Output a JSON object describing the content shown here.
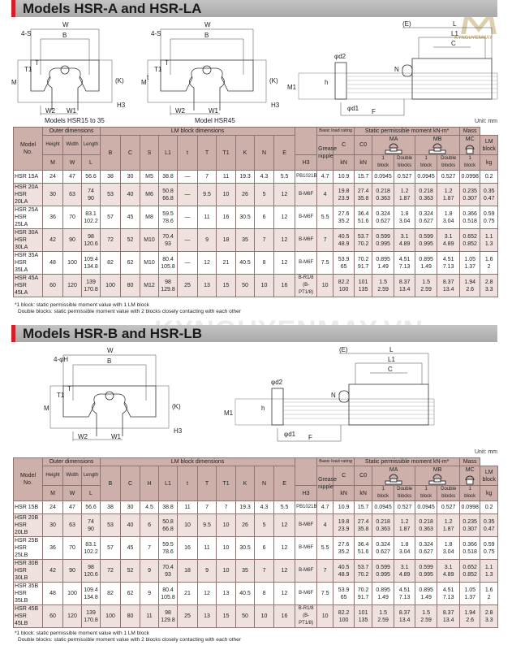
{
  "watermark": "KYNGUYENMAY.VN",
  "logo_text": "KYNGUYENMAY",
  "colors": {
    "accent": "#d0202a",
    "header_bg": "#cdb0aa",
    "row_alt": "#eee1de"
  },
  "unit": "Unit: mm",
  "header_labels": {
    "model": "Model\nNo.",
    "outer": "Outer dimensions",
    "lm": "LM block dimensions",
    "height": "Height",
    "width": "Width",
    "length": "Length",
    "grease": "Grease\nnipple",
    "load": "Basic load rating",
    "moment": "Static permissible moment kN-m*",
    "mass": "Mass",
    "lm_block": "LM\nblock",
    "kN": "kN",
    "kg": "kg",
    "one_block": "1\nblock",
    "double_blocks": "Double\nblocks",
    "MA": "MA",
    "MB": "MB",
    "MC": "MC"
  },
  "sections": [
    {
      "title": "Models HSR-A and HSR-LA",
      "columns": [
        "M",
        "W",
        "L",
        "B",
        "C",
        "S",
        "L1",
        "t",
        "T",
        "T1",
        "K",
        "N",
        "E",
        "H3",
        "C",
        "C0"
      ],
      "captions": [
        "Models HSR15 to 35",
        "Model HSR45"
      ],
      "diagram_labels": {
        "W": "W",
        "B": "B",
        "S": "4-S",
        "M": "M",
        "T": "T",
        "T1": "T1",
        "t": "t",
        "K": "(K)",
        "H3": "H3",
        "W2": "W2",
        "W1": "W1",
        "E": "(E)",
        "L": "L",
        "L1": "L1",
        "C": "C",
        "N": "N",
        "d2": "φd2",
        "d1": "φd1",
        "h": "h",
        "M1": "M1",
        "F": "F"
      },
      "rows": [
        [
          "HSR 15A",
          "24",
          "47",
          "56.6",
          "38",
          "30",
          "M5",
          "38.8",
          "—",
          "7",
          "11",
          "19.3",
          "4.3",
          "5.5",
          "PB1021B",
          "4.7",
          "10.9",
          "15.7",
          "0.0945",
          "0.527",
          "0.0945",
          "0.527",
          "0.0998",
          "0.2"
        ],
        [
          "HSR 20A\nHSR 20LA",
          "30",
          "63",
          "74\n90",
          "53",
          "40",
          "M6",
          "50.8\n66.8",
          "—",
          "9.5",
          "10",
          "26",
          "5",
          "12",
          "B-M6F",
          "4",
          "19.8\n23.9",
          "27.4\n35.8",
          "0.218\n0.363",
          "1.2\n1.87",
          "0.218\n0.363",
          "1.2\n1.87",
          "0.235\n0.307",
          "0.35\n0.47"
        ],
        [
          "HSR 25A\nHSR 25LA",
          "36",
          "70",
          "83.1\n102.2",
          "57",
          "45",
          "M8",
          "59.5\n78.6",
          "—",
          "11",
          "16",
          "30.5",
          "6",
          "12",
          "B-M6F",
          "5.5",
          "27.6\n35.2",
          "36.4\n51.6",
          "0.324\n0.627",
          "1.8\n3.04",
          "0.324\n0.627",
          "1.8\n3.04",
          "0.366\n0.518",
          "0.59\n0.75"
        ],
        [
          "HSR 30A\nHSR 30LA",
          "42",
          "90",
          "98\n120.6",
          "72",
          "52",
          "M10",
          "70.4\n93",
          "—",
          "9",
          "18",
          "35",
          "7",
          "12",
          "B-M6F",
          "7",
          "40.5\n48.9",
          "53.7\n70.2",
          "0.599\n0.995",
          "3.1\n4.89",
          "0.599\n0.995",
          "3.1\n4.89",
          "0.652\n0.852",
          "1.1\n1.3"
        ],
        [
          "HSR 35A\nHSR 35LA",
          "48",
          "100",
          "109.4\n134.8",
          "82",
          "62",
          "M10",
          "80.4\n105.8",
          "—",
          "12",
          "21",
          "40.5",
          "8",
          "12",
          "B-M6F",
          "7.5",
          "53.9\n65",
          "70.2\n91.7",
          "0.895\n1.49",
          "4.51\n7.13",
          "0.895\n1.49",
          "4.51\n7.13",
          "1.05\n1.37",
          "1.6\n2"
        ],
        [
          "HSR 45A\nHSR 45LA",
          "60",
          "120",
          "139\n170.8",
          "100",
          "80",
          "M12",
          "98\n129.8",
          "25",
          "13",
          "15",
          "50",
          "10",
          "16",
          "B-R1/8\n(B-PT1/8)",
          "10",
          "82.2\n100",
          "101\n135",
          "1.5\n2.59",
          "8.37\n13.4",
          "1.5\n2.59",
          "8.37\n13.4",
          "1.94\n2.6",
          "2.8\n3.3"
        ]
      ],
      "notes": [
        "*1 block: static permissible moment value with 1 LM block",
        "Double blocks: static permissible moment value with 2 blocks closely contacting with each other"
      ]
    },
    {
      "title": "Models HSR-B and HSR-LB",
      "columns": [
        "M",
        "W",
        "L",
        "B",
        "C",
        "H",
        "L1",
        "t",
        "T",
        "T1",
        "K",
        "N",
        "E",
        "H3",
        "C",
        "C0"
      ],
      "captions": [],
      "diagram_labels": {
        "W": "W",
        "B": "B",
        "S": "4-φH",
        "M": "M",
        "T": "T",
        "T1": "T1",
        "t": "t",
        "K": "(K)",
        "H3": "H3",
        "W2": "W2",
        "W1": "W1",
        "E": "(E)",
        "L": "L",
        "L1": "L1",
        "C": "C",
        "N": "N",
        "d2": "φd2",
        "d1": "φd1",
        "h": "h",
        "M1": "M1",
        "F": "F"
      },
      "rows": [
        [
          "HSR 15B",
          "24",
          "47",
          "56.6",
          "38",
          "30",
          "4.5",
          "38.8",
          "11",
          "7",
          "7",
          "19.3",
          "4.3",
          "5.5",
          "PB1021B",
          "4.7",
          "10.9",
          "15.7",
          "0.0945",
          "0.527",
          "0.0945",
          "0.527",
          "0.0998",
          "0.2"
        ],
        [
          "HSR 20B\nHSR 20LB",
          "30",
          "63",
          "74\n90",
          "53",
          "40",
          "6",
          "50.8\n66.8",
          "10",
          "9.5",
          "10",
          "26",
          "5",
          "12",
          "B-M6F",
          "4",
          "19.8\n23.9",
          "27.4\n35.8",
          "0.218\n0.363",
          "1.2\n1.87",
          "0.218\n0.363",
          "1.2\n1.87",
          "0.235\n0.307",
          "0.35\n0.47"
        ],
        [
          "HSR 25B\nHSR 25LB",
          "36",
          "70",
          "83.1\n102.2",
          "57",
          "45",
          "7",
          "59.5\n78.6",
          "16",
          "11",
          "10",
          "30.5",
          "6",
          "12",
          "B-M6F",
          "5.5",
          "27.6\n35.2",
          "36.4\n51.6",
          "0.324\n0.627",
          "1.8\n3.04",
          "0.324\n0.627",
          "1.8\n3.04",
          "0.366\n0.518",
          "0.59\n0.75"
        ],
        [
          "HSR 30B\nHSR 30LB",
          "42",
          "90",
          "98\n120.6",
          "72",
          "52",
          "9",
          "70.4\n93",
          "18",
          "9",
          "10",
          "35",
          "7",
          "12",
          "B-M6F",
          "7",
          "40.5\n48.9",
          "53.7\n70.2",
          "0.599\n0.995",
          "3.1\n4.89",
          "0.599\n0.995",
          "3.1\n4.89",
          "0.652\n0.852",
          "1.1\n1.3"
        ],
        [
          "HSR 35B\nHSR 35LB",
          "48",
          "100",
          "109.4\n134.8",
          "82",
          "62",
          "9",
          "80.4\n105.8",
          "21",
          "12",
          "13",
          "40.5",
          "8",
          "12",
          "B-M6F",
          "7.5",
          "53.9\n65",
          "70.2\n91.7",
          "0.895\n1.49",
          "4.51\n7.13",
          "0.895\n1.49",
          "4.51\n7.13",
          "1.05\n1.37",
          "1.6\n2"
        ],
        [
          "HSR 45B\nHSR 45LB",
          "60",
          "120",
          "139\n170.8",
          "100",
          "80",
          "11",
          "98\n129.8",
          "25",
          "13",
          "15",
          "50",
          "10",
          "16",
          "B-R1/8\n(B-PT1/8)",
          "10",
          "82.2\n100",
          "101\n135",
          "1.5\n2.59",
          "8.37\n13.4",
          "1.5\n2.59",
          "8.37\n13.4",
          "1.94\n2.6",
          "2.8\n3.3"
        ]
      ],
      "notes": [
        "*1 block: static permissible moment value with 1 LM block",
        "Double blocks: static permissible moment value with 2 blocks closely contacting with each other"
      ]
    }
  ]
}
